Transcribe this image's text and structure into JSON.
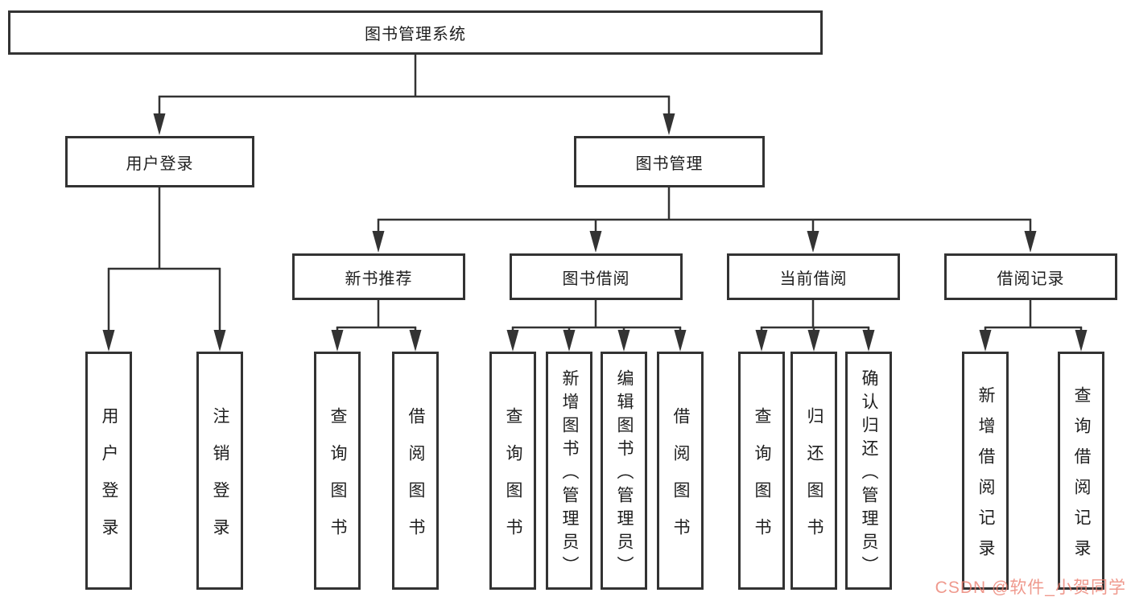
{
  "diagram": {
    "type": "tree-structure-diagram",
    "root": "图书管理系统",
    "level2": [
      "用户登录",
      "图书管理"
    ],
    "level3": [
      "新书推荐",
      "图书借阅",
      "当前借阅",
      "借阅记录"
    ],
    "leaves": {
      "user_login": [
        "用户登录",
        "注销登录"
      ],
      "new_book_recommend": [
        "查询图书",
        "借阅图书"
      ],
      "book_borrow": [
        "查询图书",
        "新增图书（管理员）",
        "编辑图书（管理员）",
        "借阅图书"
      ],
      "current_borrow": [
        "查询图书",
        "归还图书",
        "确认归还（管理员）"
      ],
      "borrow_record": [
        "新增借阅记录",
        "查询借阅记录"
      ]
    }
  },
  "watermark": "CSDN @软件_小贺同学",
  "colors": {
    "line": "#333333",
    "box_border": "#333333",
    "text": "#1e1e1e",
    "background": "#ffffff",
    "watermark": "#eb8070"
  }
}
